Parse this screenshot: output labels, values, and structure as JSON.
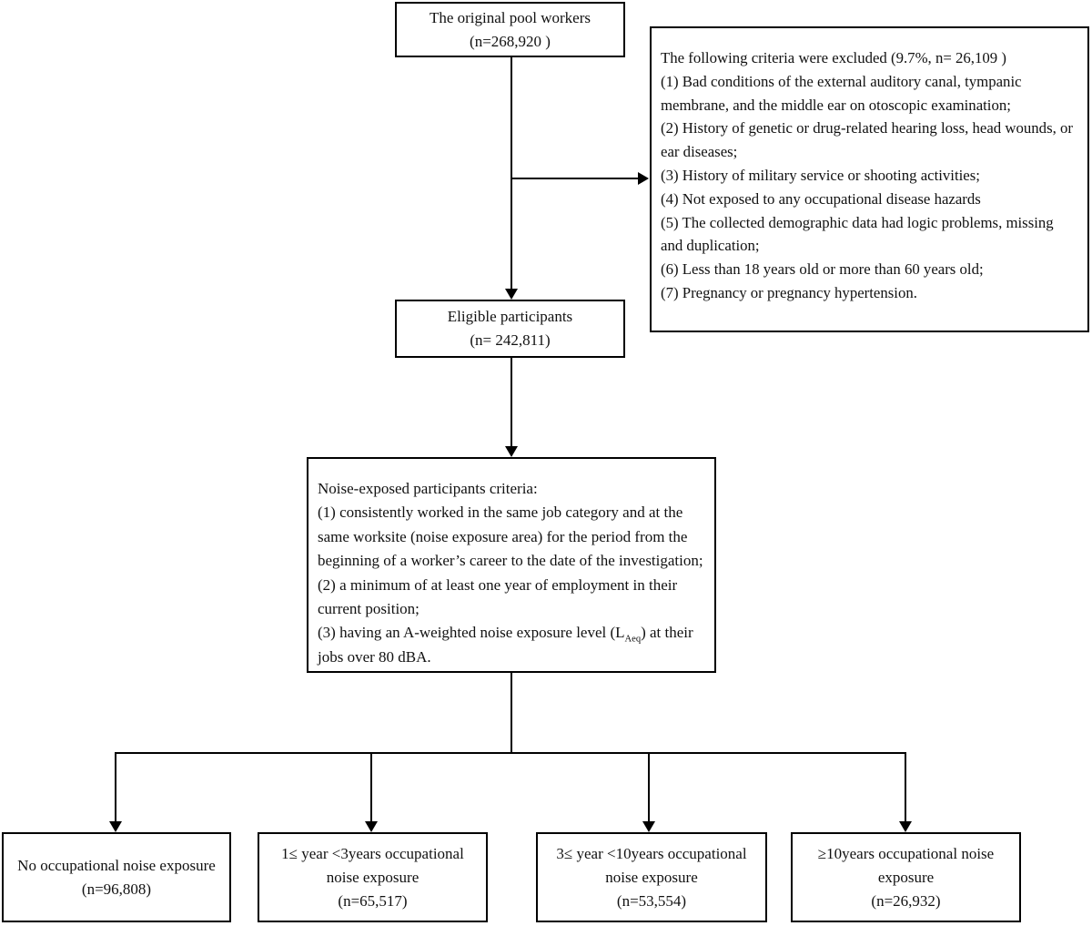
{
  "page": {
    "background": "#ffffff",
    "ink": "#000000",
    "description": "Participant selection flowchart for an occupational noise exposure study"
  },
  "top_box": {
    "lines": [
      "The original pool workers",
      "(n=268,920 )"
    ]
  },
  "exclusion_box": {
    "lines": [
      "The following criteria were excluded (9.7%, n= 26,109 )",
      "(1) Bad conditions of the external auditory canal, tympanic",
      "membrane, and the middle ear on otoscopic examination;",
      "(2) History of genetic or drug-related hearing loss, head wounds, or",
      "ear diseases;",
      "(3) History of military service or shooting activities;",
      "(4) Not exposed to any occupational disease hazards",
      "(5) The collected demographic data had logic problems, missing",
      "and duplication;",
      "(6) Less than 18 years old or more than 60 years old;",
      "(7) Pregnancy or pregnancy hypertension."
    ]
  },
  "eligible_box": {
    "lines": [
      "Eligible participants",
      "(n= 242,811)"
    ]
  },
  "criteria_box": {
    "lines": [
      "Noise-exposed participants criteria:",
      "(1) consistently worked in the same job category and at the",
      "same worksite (noise exposure area) for the period from the",
      "beginning of a worker’s career to the date of the investigation;",
      "(2) a minimum of at least one year of employment in their",
      "current position;"
    ],
    "line_sub": {
      "pre": "(3) having an A-weighted noise exposure level (L",
      "sub": "Aeq",
      "post": ") at their"
    },
    "last_line": "jobs over 80 dBA."
  },
  "group_boxes": [
    {
      "lines": [
        "No occupational noise exposure",
        "(n=96,808)"
      ]
    },
    {
      "lines": [
        "1≤ year <3years occupational",
        "noise exposure",
        "(n=65,517)"
      ]
    },
    {
      "lines": [
        "3≤ year <10years occupational",
        "noise exposure",
        "(n=53,554)"
      ]
    },
    {
      "lines": [
        "≥10years occupational noise",
        "exposure",
        "(n=26,932)"
      ]
    }
  ]
}
